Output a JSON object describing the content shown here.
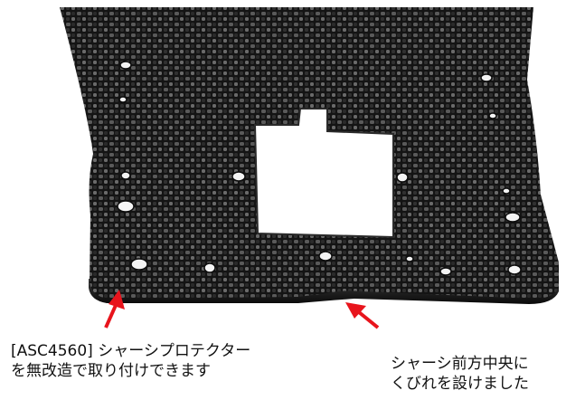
{
  "annotations": {
    "left": {
      "line1": "[ASC4560] シャーシプロテクター",
      "line2": "を無改造で取り付けできます"
    },
    "right": {
      "line1": "シャーシ前方中央に",
      "line2": "くびれを設けました"
    }
  },
  "colors": {
    "plate": "#151515",
    "weave": "#5e5e5e",
    "arrow": "#e8141c",
    "text": "#111111",
    "background": "#ffffff"
  },
  "icons": [
    "arrow-icon"
  ]
}
